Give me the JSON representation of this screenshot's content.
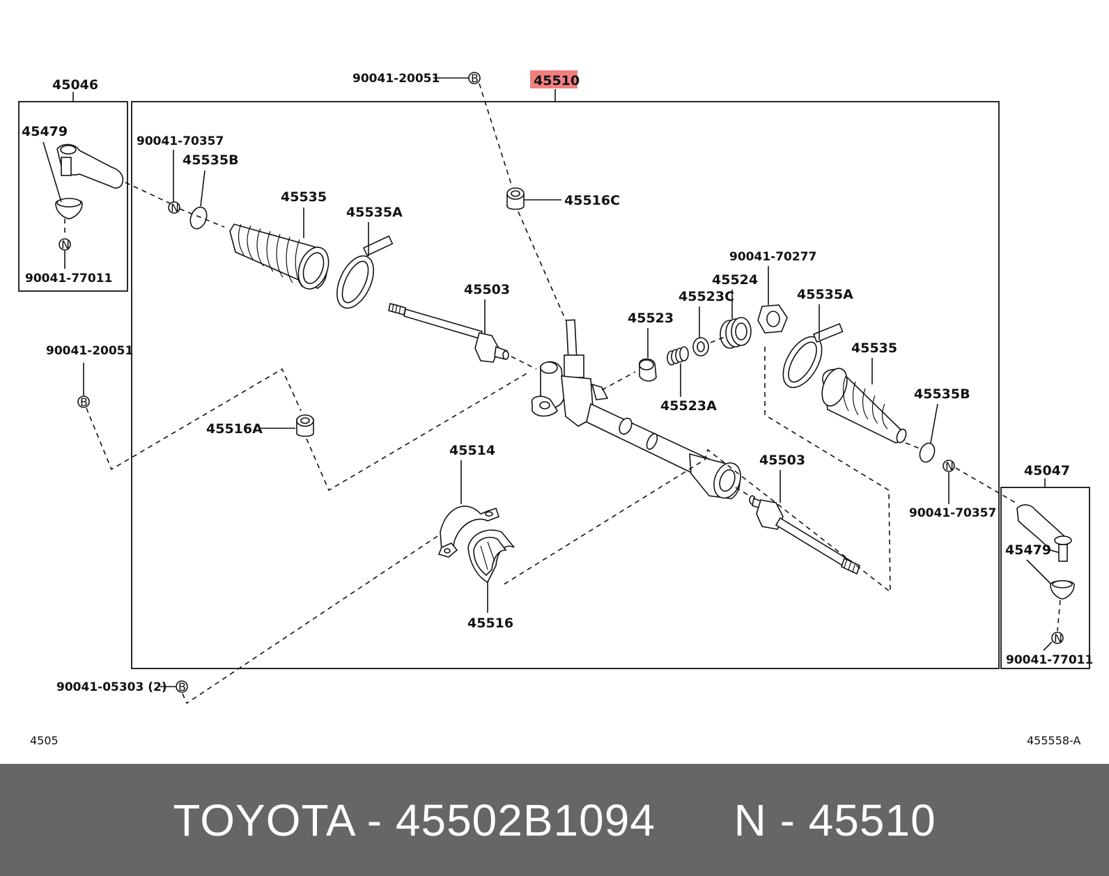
{
  "diagram": {
    "labels": {
      "assembly": "45510",
      "left_box_title": "45046",
      "right_box_title": "45047",
      "tie_rod_end_l": "45479",
      "tie_rod_end_r": "45479",
      "nut_l": "90041-77011",
      "nut_r": "90041-77011",
      "clip_top": "90041-20051",
      "clip_left": "90041-20051",
      "clip_bottom": "90041-05303 (2)",
      "clip_n_l": "90041-70357",
      "clip_n_r": "90041-70357",
      "band_b_l": "45535B",
      "band_b_r": "45535B",
      "boot_l": "45535",
      "boot_r": "45535",
      "band_a_l": "45535A",
      "band_a_r": "45535A",
      "rod_l": "45503",
      "rod_r": "45503",
      "grommet_c": "45516C",
      "grommet_a": "45516A",
      "bracket": "45514",
      "bushing": "45516",
      "guide": "45523",
      "spring": "45523A",
      "ring": "45523C",
      "plug": "45524",
      "locknut": "90041-70277",
      "page_left": "4505",
      "page_right": "455558-A"
    },
    "symbols": {
      "b": "B",
      "n": "N"
    },
    "highlight_color": "#f08080"
  },
  "footer": {
    "brand": "TOYOTA",
    "part_number": "45502B1094",
    "ref_prefix": "N",
    "ref_number": "45510",
    "separator": "-"
  }
}
